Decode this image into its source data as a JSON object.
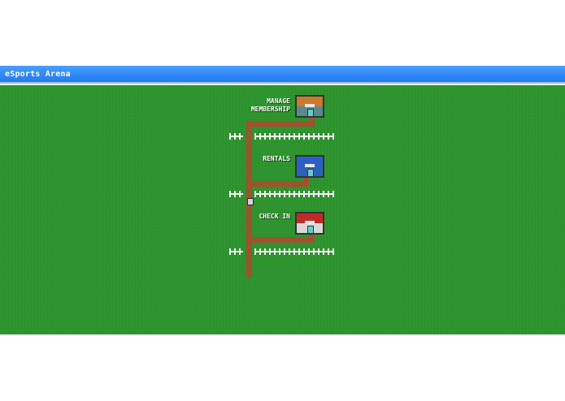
{
  "window": {
    "title": "eSports Arena"
  },
  "buildings": [
    {
      "label_lines": [
        "MANAGE",
        "MEMBERSHIP"
      ],
      "icon": "brown-building-icon"
    },
    {
      "label_lines": [
        "RENTALS"
      ],
      "icon": "blue-building-icon"
    },
    {
      "label_lines": [
        "CHECK IN"
      ],
      "icon": "red-building-icon"
    }
  ],
  "player": {
    "icon": "player-sprite-icon"
  },
  "colors": {
    "titlebar": "#2f86f6",
    "grass": "#2d952d",
    "path": "#a0522d",
    "fence": "#f4f4f4"
  }
}
